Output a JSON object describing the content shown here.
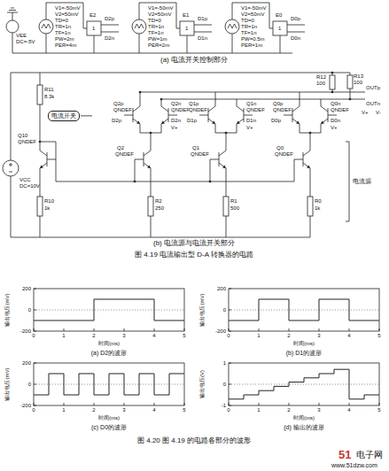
{
  "diagram": {
    "caption": "图 4.20 图 4.19 的电路各部分的波形",
    "nodes": [
      {
        "text": [
          "电流开关"
        ]
      }
    ],
    "edges": [],
    "labels": [
      "D2p",
      "D2n",
      "V1=-50mV",
      "V2=50mV",
      "TD=0",
      "TR=1n",
      "TF=1n",
      "PW=2m",
      "PER=4m",
      "E2",
      "1",
      "D1p",
      "D1n",
      "V1=-50mV",
      "V2=50mV",
      "TD=0",
      "TR=1n",
      "TF=1n",
      "PW=1m",
      "PER=2m",
      "E1",
      "1",
      "D0p",
      "D0n",
      "V1=-50mV",
      "V2=50mV",
      "TD=0",
      "TR=1n",
      "TF=1n",
      "PW=0.5m",
      "PER=1m",
      "E0",
      "1",
      "VEE",
      "DC=-5V",
      "(a) 电流开关控制部分",
      "R11",
      "8.3k",
      "Q10",
      "QNDEF",
      "VCC",
      "DC=10V",
      "R10",
      "1k",
      "Q2p",
      "QNDEF",
      "Q2n",
      "QNDEF",
      "D2p",
      "D2n",
      "V+",
      "Q1p",
      "QNDEF",
      "Q1n",
      "QNDEF",
      "D1p",
      "D1n",
      "V+",
      "Q0p",
      "QNDEF",
      "Q0n",
      "QNDEF",
      "D0p",
      "D0n",
      "V+",
      "Q2",
      "QNDEF",
      "R2",
      "250",
      "Q1",
      "QNDEF",
      "R1",
      "500",
      "Q0",
      "QNDEF",
      "R0",
      "1k",
      "R12",
      "100",
      "R13",
      "100",
      "OUTp",
      "OUTn",
      "V+",
      "V-",
      "电流源",
      "(b) 电流源与电流开关部分",
      "图 4.19 电流输出型 D-A 转换器的电路",
      "(a) D2的波形",
      "输出电压(mV)",
      "时间(ms)",
      "200",
      "0",
      "-200",
      "0",
      "1",
      "2",
      "3",
      "4",
      "5",
      "(b) D1的波形",
      "输出电压(mV)",
      "时间(ms)",
      "200",
      "0",
      "-200",
      "0",
      "1",
      "2",
      "3",
      "4",
      "5",
      "(c) D0的波形",
      "输出电压(mV)",
      "时间(ms)",
      "200",
      "0",
      "-200",
      "0",
      "1",
      "2",
      "3",
      "4",
      "5",
      "(d) 输出的波形",
      "输出电压(V)",
      "时间(ms)",
      "1",
      "0",
      "-1",
      "0",
      "1",
      "2",
      "3",
      "4",
      "5",
      "51",
      "电子网",
      "www.51dzw.com"
    ]
  }
}
